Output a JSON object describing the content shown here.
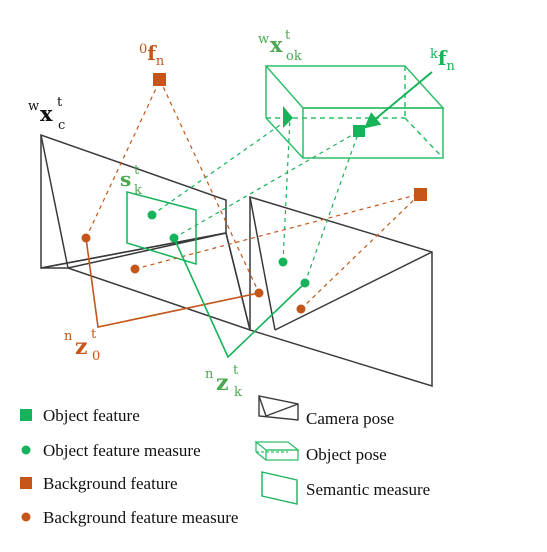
{
  "colors": {
    "green": "#16b35a",
    "green_light": "#2fbf6a",
    "orange": "#c4561a",
    "camera": "#3a3a3a"
  },
  "labels": {
    "f0": {
      "sup": "0",
      "main": "f",
      "sub": "n"
    },
    "fk": {
      "sup": "k",
      "main": "f",
      "sub": "n"
    },
    "xok": {
      "sup": "w",
      "main": "x",
      "sub": "ok",
      "sup2": "t"
    },
    "xc": {
      "sup": "w",
      "main": "x",
      "sub": "c",
      "sup2": "t"
    },
    "sk": {
      "main": "s",
      "sub": "k",
      "sup2": "t"
    },
    "z0": {
      "sup": "n",
      "main": "z",
      "sub": "0",
      "sup2": "t"
    },
    "zk": {
      "sup": "n",
      "main": "z",
      "sub": "k",
      "sup2": "t"
    }
  },
  "legend": {
    "object_feature": "Object feature",
    "object_feature_measure": "Object feature measure",
    "background_feature": "Background feature",
    "background_feature_measure": "Background feature measure",
    "camera_pose": "Camera pose",
    "object_pose": "Object pose",
    "semantic_measure": "Semantic measure"
  }
}
